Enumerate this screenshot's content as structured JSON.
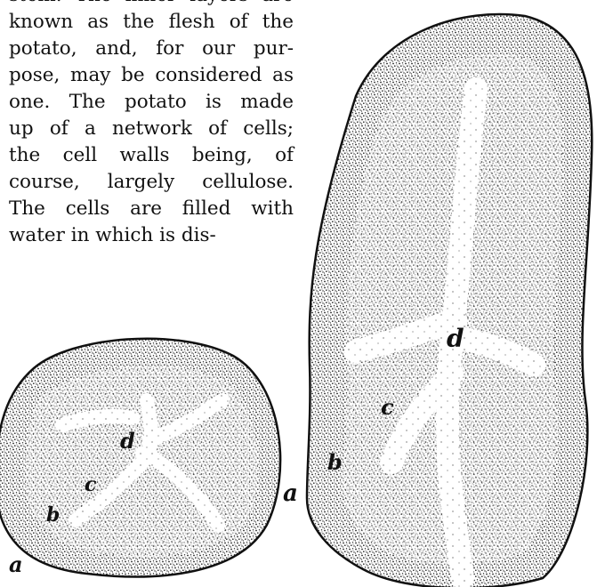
{
  "text_lines": [
    "stem.  The inner layers are",
    "known as the flesh of the",
    "potato, and, for our pur-",
    "pose, may be considered as",
    "one.  The potato is made",
    "up of a network of cells;",
    "the cell walls being, of",
    "course, largely cellulose.",
    "The cells are filled with",
    "water in which is dis-"
  ],
  "figure_small": {
    "labels": {
      "a": "a",
      "b": "b",
      "c": "c",
      "d": "d"
    }
  },
  "figure_large": {
    "labels": {
      "a": "a",
      "b": "b",
      "c": "c",
      "d": "d"
    }
  }
}
